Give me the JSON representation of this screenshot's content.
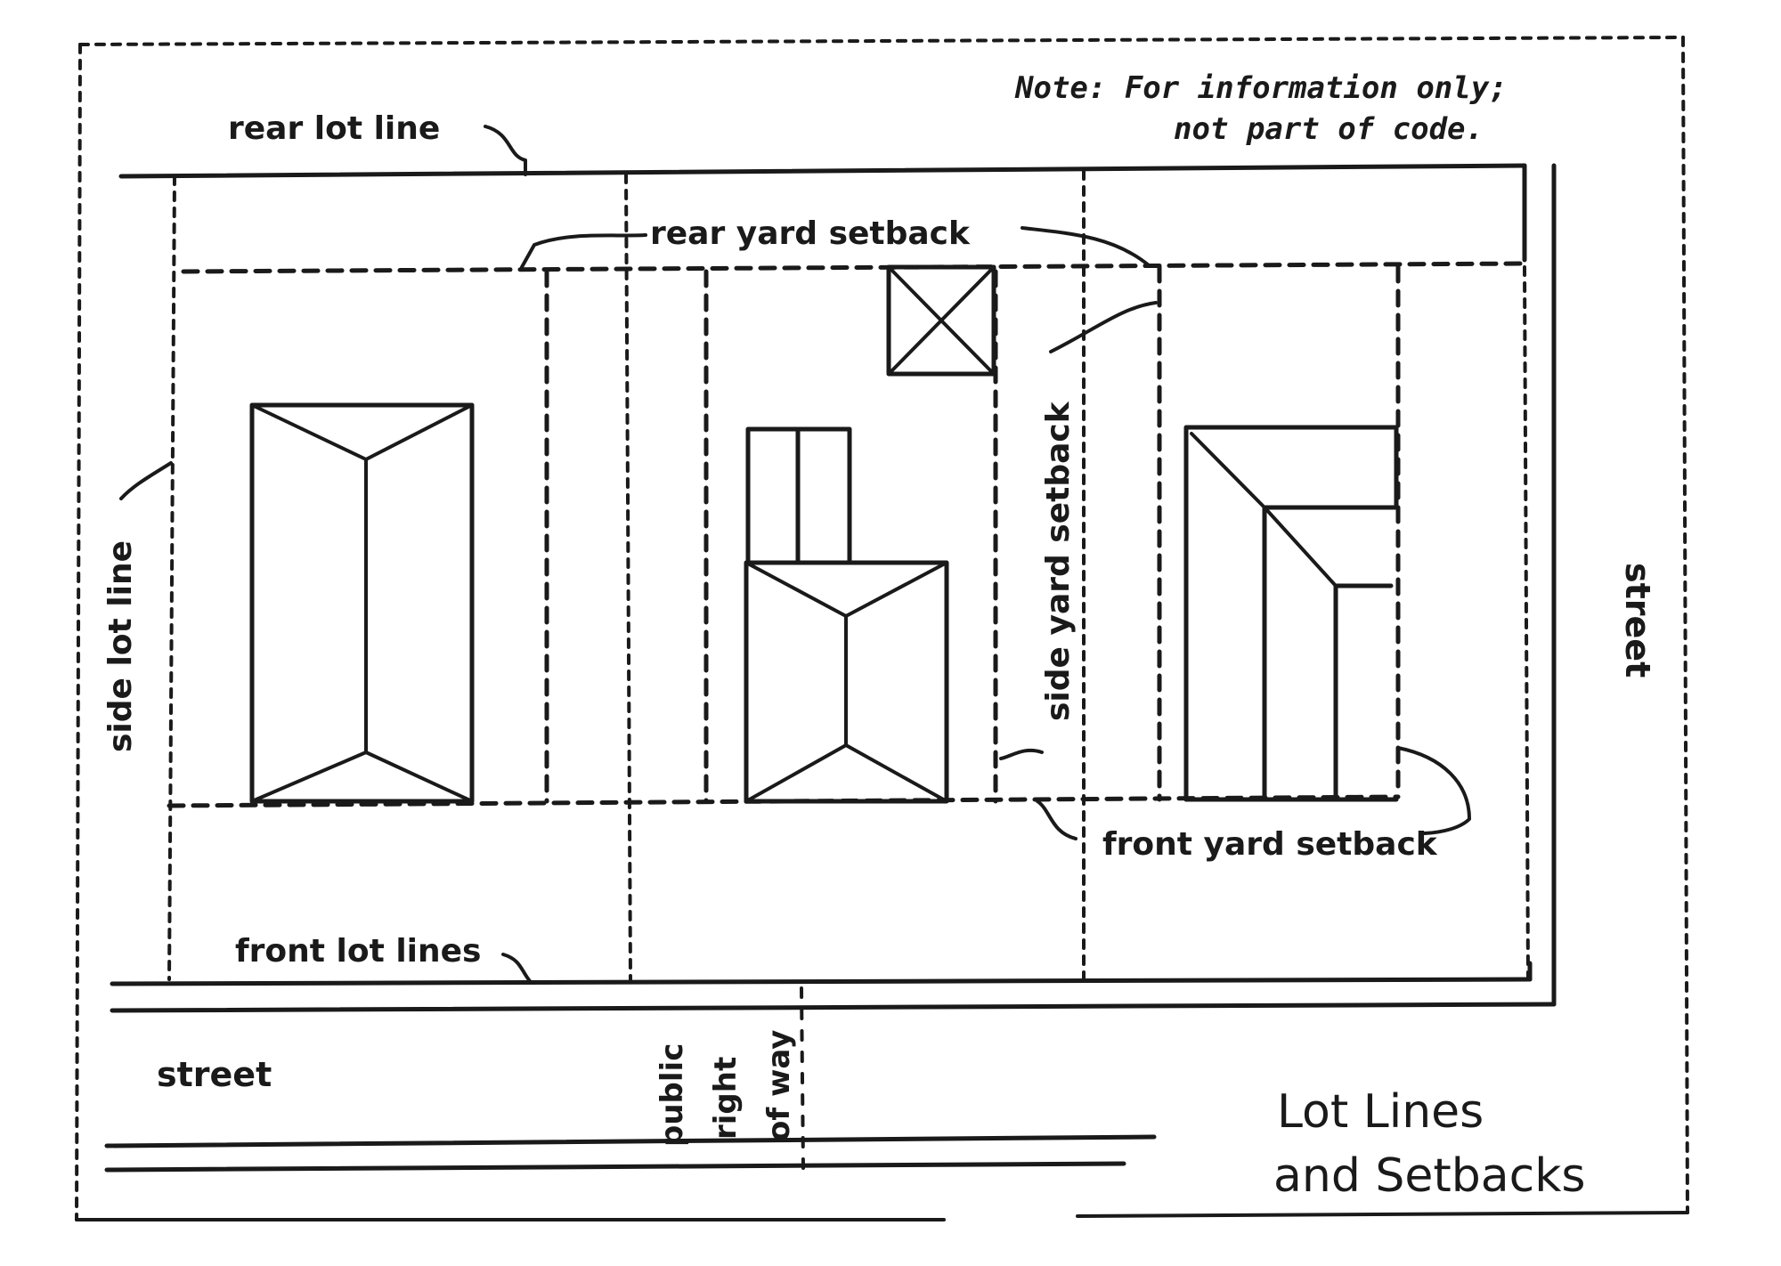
{
  "title": {
    "line1": "Lot Lines",
    "line2": "and Setbacks"
  },
  "note": {
    "line1": "Note:  For information only;",
    "line2": "not part of code."
  },
  "labels": {
    "rear_lot_line": "rear lot line",
    "rear_yard_setback": "rear yard setback",
    "side_lot_line": "side lot line",
    "side_yard_setback": "side yard setback",
    "front_yard_setback": "front yard setback",
    "front_lot_lines": "front lot lines",
    "street_bottom": "street",
    "street_right": "street",
    "public_right_of_way": [
      "public",
      "right",
      "of way"
    ]
  },
  "colors": {
    "ink": "#1a1a1a",
    "paper": "#ffffff"
  }
}
